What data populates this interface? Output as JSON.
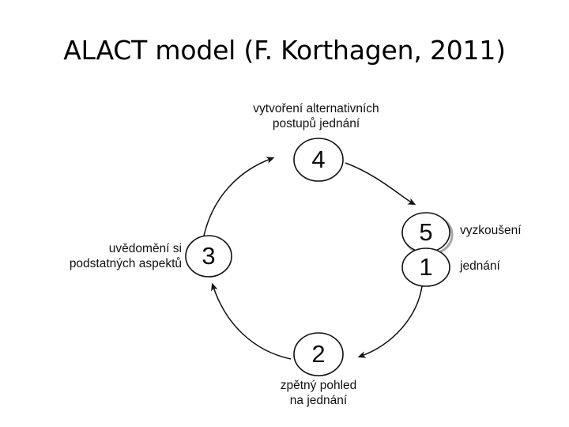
{
  "slide": {
    "title": "ALACT model (F. Korthagen, 2011)",
    "background_color": "#ffffff",
    "text_color": "#000000"
  },
  "diagram": {
    "type": "cycle",
    "name": "alact-model-cycle",
    "stroke_color": "#111111",
    "node_fill": "#ffffff",
    "shadow_color": "#9a9a9a",
    "nodes": [
      {
        "id": "node-1",
        "number": "1",
        "label": "jednání",
        "label_position": "right"
      },
      {
        "id": "node-2",
        "number": "2",
        "label": "zpětný pohled\nna jednání",
        "label_position": "bottom"
      },
      {
        "id": "node-3",
        "number": "3",
        "label": "uvědomění si\npodstatných aspektů",
        "label_position": "left"
      },
      {
        "id": "node-4",
        "number": "4",
        "label": "vytvoření alternativních\npostupů jednání",
        "label_position": "top"
      },
      {
        "id": "node-5",
        "number": "5",
        "label": "vyzkoušení",
        "label_position": "right"
      }
    ],
    "edges": [
      {
        "from": "1",
        "to": "2",
        "arrow": "arrowhead-into-2"
      },
      {
        "from": "2",
        "to": "3",
        "arrow": "arrowhead-into-3"
      },
      {
        "from": "3",
        "to": "4",
        "arrow": "arrowhead-into-4"
      },
      {
        "from": "4",
        "to": "5",
        "arrow": "arrowhead-into-5"
      }
    ]
  }
}
